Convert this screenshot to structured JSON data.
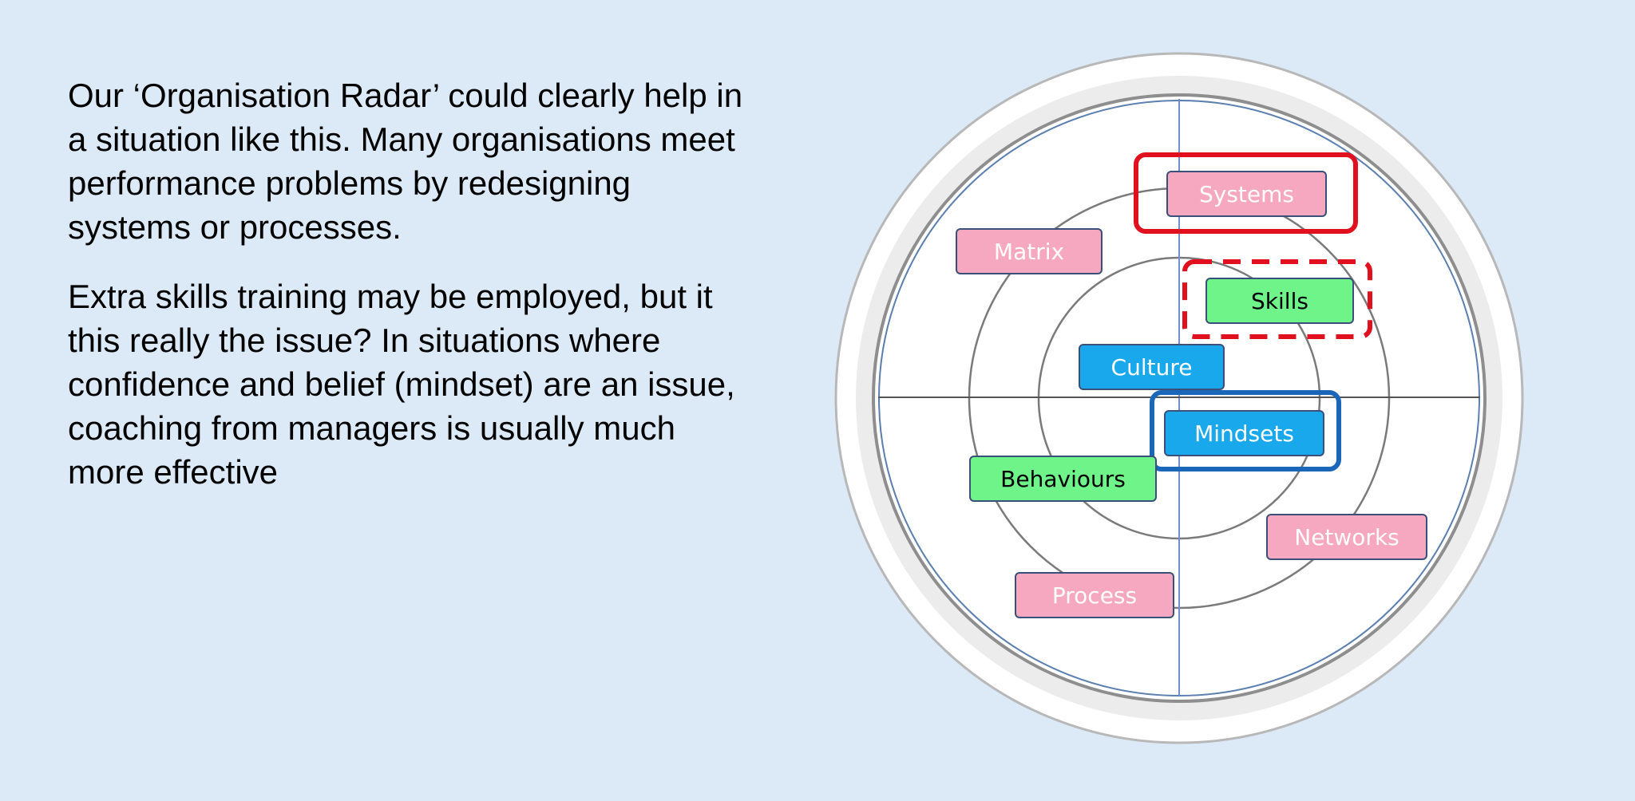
{
  "text": {
    "paragraph1": "Our ‘Organisation Radar’ could clearly help in\na situation like this. Many organisations meet\nperformance problems by redesigning\nsystems or processes.",
    "paragraph2": "Extra skills training may be employed, but it\nthis really the issue? In situations where\nconfidence and belief (mindset) are an issue,\ncoaching from managers is usually much\nmore effective"
  },
  "radar": {
    "labels": {
      "systems": "Systems",
      "matrix": "Matrix",
      "skills": "Skills",
      "culture": "Culture",
      "mindsets": "Mindsets",
      "behaviours": "Behaviours",
      "networks": "Networks",
      "process": "Process"
    },
    "colors": {
      "pink": "#f6a8c0",
      "green": "#6ff48a",
      "blue": "#1aa8ec",
      "highlight_red": "#e0101e",
      "highlight_blue": "#1a66b8"
    }
  }
}
